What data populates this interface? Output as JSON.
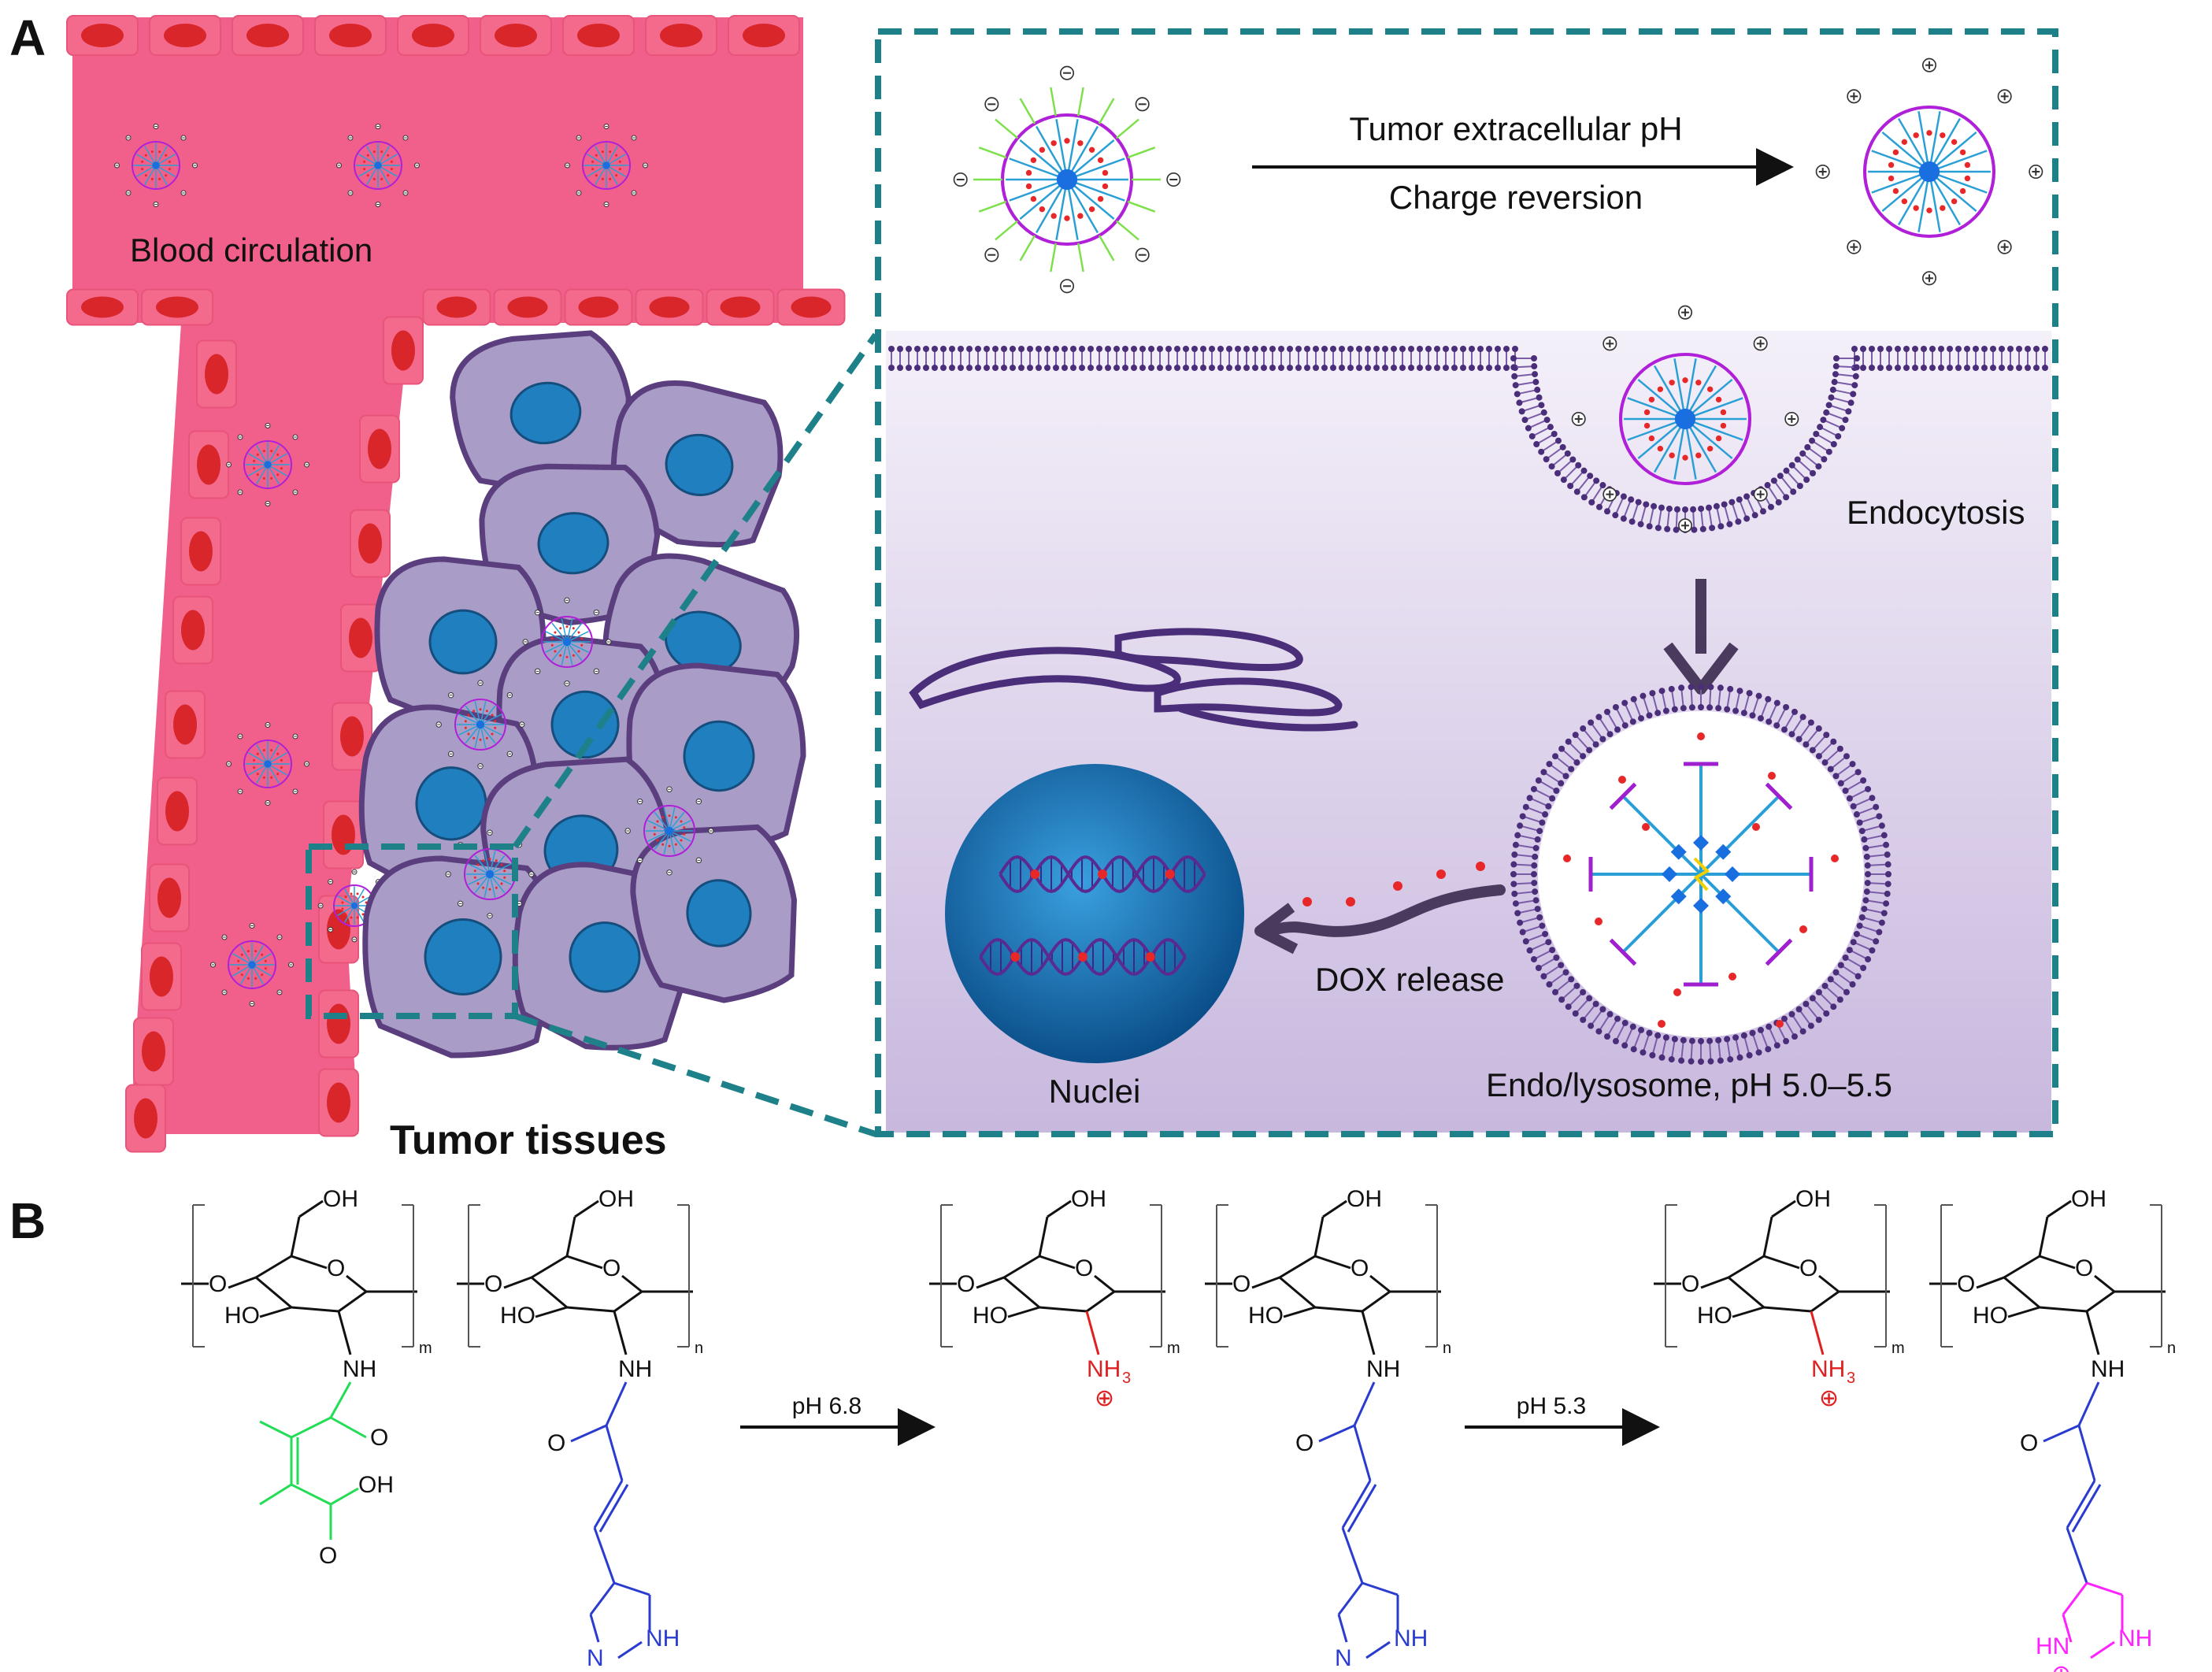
{
  "panel_a": {
    "letter": "A",
    "blood_circulation": "Blood circulation",
    "tumor_tissues": "Tumor tissues",
    "arrow_top_line1": "Tumor extracellular pH",
    "arrow_top_line2": "Charge reversion",
    "endocytosis": "Endocytosis",
    "dox_release": "DOX release",
    "nuclei": "Nuclei",
    "lysosome": "Endo/lysosome, pH 5.0–5.5"
  },
  "panel_b": {
    "letter": "B",
    "arrow1": "pH 6.8",
    "arrow2": "pH 5.3",
    "oh": "OH",
    "ho": "HO",
    "o": "O",
    "nh": "NH",
    "nh3": "NH",
    "nh3_sub": "3",
    "m": "m",
    "n": "n",
    "cooh": "OH",
    "ring_nh": "NH",
    "ring_n": "N",
    "ring_hn": "HN",
    "plus": "⊕"
  },
  "colors": {
    "vessel": "#f0608a",
    "rbc": "#d9262b",
    "cell_fill": "#a99cc6",
    "cell_edge": "#5a3e7e",
    "nucleus": "#1f7fbf",
    "dash": "#1e8088",
    "cytoplasm_top": "#f3eef8",
    "cytoplasm_bottom": "#cbbde0",
    "membrane": "#4b2e7a",
    "green": "#22dd55",
    "blue": "#2a3bd0",
    "red": "#e02020",
    "magenta": "#ff22ff"
  }
}
